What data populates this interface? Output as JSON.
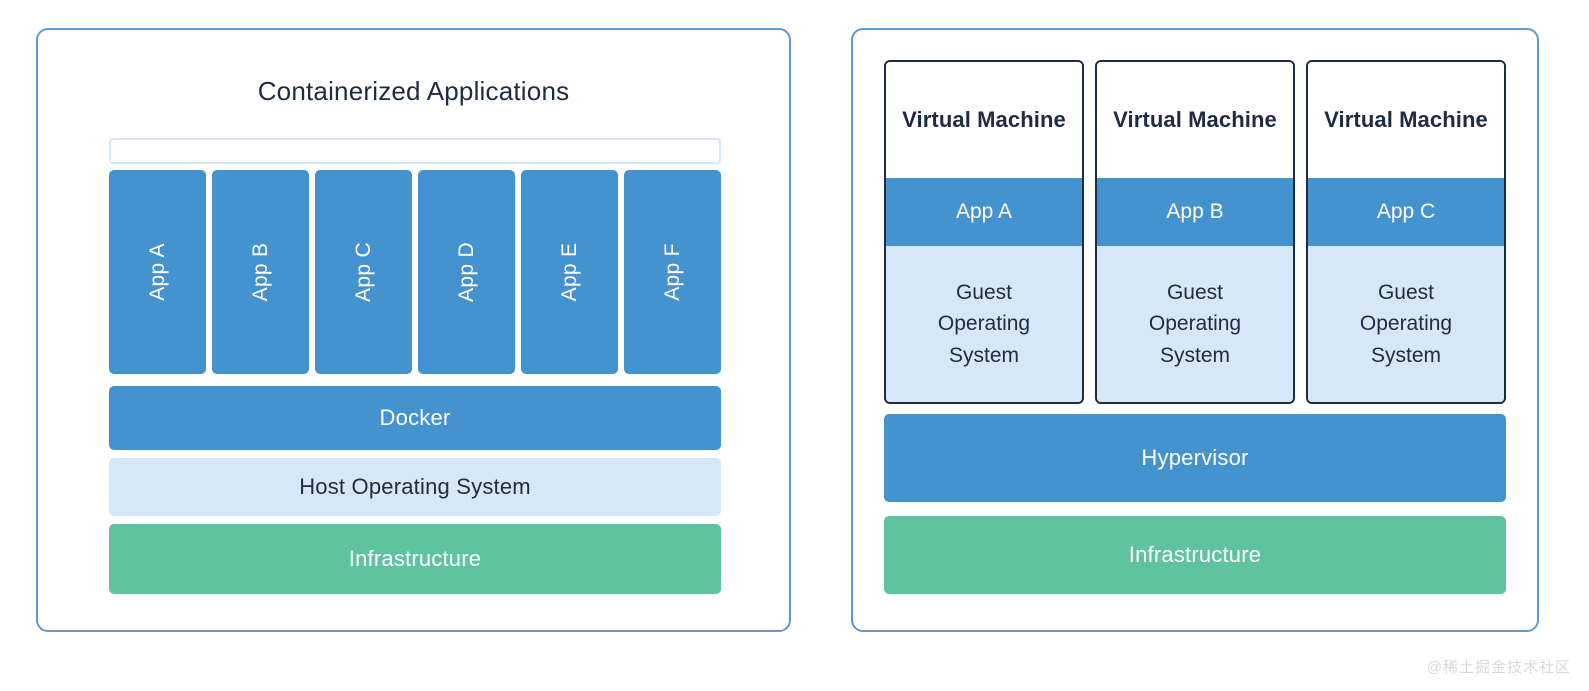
{
  "colors": {
    "panel_border": "#5b9bd5",
    "blue": "#4593ce",
    "light_blue": "#d6e8f7",
    "green": "#5fc3a0",
    "navy": "#1f2a44",
    "white": "#ffffff"
  },
  "left_panel": {
    "title": "Containerized Applications",
    "app_columns": [
      {
        "label": "App A"
      },
      {
        "label": "App B"
      },
      {
        "label": "App C"
      },
      {
        "label": "App D"
      },
      {
        "label": "App E"
      },
      {
        "label": "App F"
      }
    ],
    "layers": {
      "docker": "Docker",
      "host_os": "Host Operating System",
      "infrastructure": "Infrastructure"
    }
  },
  "right_panel": {
    "vms": [
      {
        "title": "Virtual Machine",
        "app": "App A",
        "guest_os": "Guest\nOperating\nSystem"
      },
      {
        "title": "Virtual Machine",
        "app": "App B",
        "guest_os": "Guest\nOperating\nSystem"
      },
      {
        "title": "Virtual Machine",
        "app": "App C",
        "guest_os": "Guest\nOperating\nSystem"
      }
    ],
    "layers": {
      "hypervisor": "Hypervisor",
      "infrastructure": "Infrastructure"
    }
  },
  "watermark": "@稀土掘金技术社区"
}
